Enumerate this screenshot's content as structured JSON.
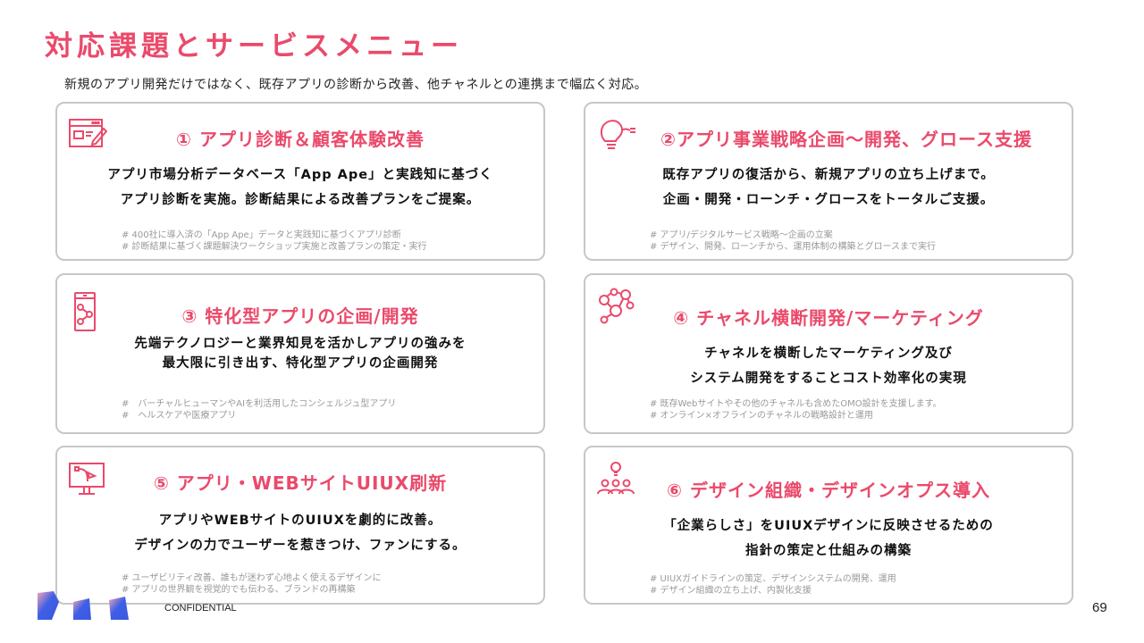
{
  "header": {
    "title": "対応課題とサービスメニュー",
    "subtitle": "新規のアプリ開発だけではなく、既存アプリの診断から改善、他チャネルとの連携まで幅広く対応。"
  },
  "accent_color": "#ea4a6b",
  "cards": [
    {
      "icon": "browser-edit-icon",
      "title": "① アプリ診断＆顧客体験改善",
      "body": [
        "アプリ市場分析データベース「App Ape」と実践知に基づく",
        "アプリ診断を実施。診断結果による改善プランをご提案。"
      ],
      "notes": [
        "# 400社に導入済の「App Ape」データと実践知に基づくアプリ診断",
        "# 診断結果に基づく課題解決ワークショップ実施と改善プランの策定・実行"
      ]
    },
    {
      "icon": "lightbulb-plug-icon",
      "title": "②アプリ事業戦略企画〜開発、グロース支援",
      "body": [
        "既存アプリの復活から、新規アプリの立ち上げまで。",
        "企画・開発・ローンチ・グロースをトータルご支援。"
      ],
      "notes": [
        "# アプリ/デジタルサービス戦略〜企画の立案",
        "# デザイン、開発、ローンチから、運用体制の構築とグロースまで実行"
      ]
    },
    {
      "icon": "smartphone-network-icon",
      "title": "③ 特化型アプリの企画/開発",
      "body": [
        "先端テクノロジーと業界知見を活かしアプリの強みを",
        "最大限に引き出す、特化型アプリの企画開発"
      ],
      "notes": [
        "#　バーチャルヒューマンやAIを利活用したコンシェルジュ型アプリ",
        "#　ヘルスケアや医療アプリ"
      ]
    },
    {
      "icon": "people-network-icon",
      "title": "④ チャネル横断開発/マーケティング",
      "body": [
        "チャネルを横断したマーケティング及び",
        "システム開発をすることコスト効率化の実現"
      ],
      "notes": [
        "# 既存Webサイトやその他のチャネルも含めたOMO設計を支援します。",
        "# オンライン×オフラインのチャネルの戦略設計と運用"
      ]
    },
    {
      "icon": "monitor-vector-icon",
      "title": "⑤ アプリ・WEBサイトUIUX刷新",
      "body": [
        "アプリやWEBサイトのUIUXを劇的に改善。",
        "デザインの力でユーザーを惹きつけ、ファンにする。"
      ],
      "notes": [
        "# ユーザビリティ改善、誰もが迷わず心地よく使えるデザインに",
        "# アプリの世界観を視覚的でも伝わる、ブランドの再構築"
      ]
    },
    {
      "icon": "team-idea-icon",
      "title": "⑥ デザイン組織・デザインオプス導入",
      "body": [
        "「企業らしさ」をUIUXデザインに反映させるための",
        "指針の策定と仕組みの構築"
      ],
      "notes": [
        "# UIUXガイドラインの策定、デザインシステムの開発、運用",
        "# デザイン組織の立ち上げ、内製化支援"
      ]
    }
  ],
  "footer": {
    "confidential": "CONFIDENTIAL",
    "page_number": "69"
  }
}
